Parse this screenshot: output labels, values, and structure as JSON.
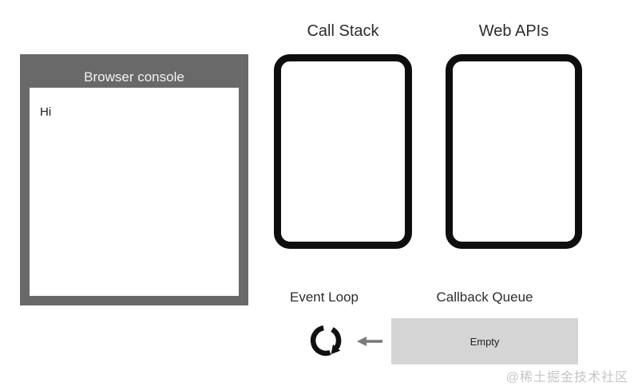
{
  "diagram": {
    "browser_console": {
      "title": "Browser console",
      "log_lines": [
        "Hi"
      ]
    },
    "call_stack": {
      "label": "Call Stack"
    },
    "web_apis": {
      "label": "Web APIs"
    },
    "event_loop": {
      "label": "Event Loop",
      "icon": "clockwise-loop-arrow"
    },
    "callback_queue": {
      "label": "Callback Queue",
      "content": "Empty"
    },
    "arrow": {
      "icon": "left-arrow",
      "direction": "callback-queue-to-event-loop"
    },
    "watermark": "@稀土掘金技术社区"
  },
  "colors": {
    "console_frame": "#696969",
    "console_header_text": "#f2f2f2",
    "box_border": "#0e0e0e",
    "queue_fill": "#d5d5d5",
    "label_text": "#2d2d2d",
    "arrow_gray": "#7a7a7a",
    "watermark_gray": "#c6c6c6"
  }
}
